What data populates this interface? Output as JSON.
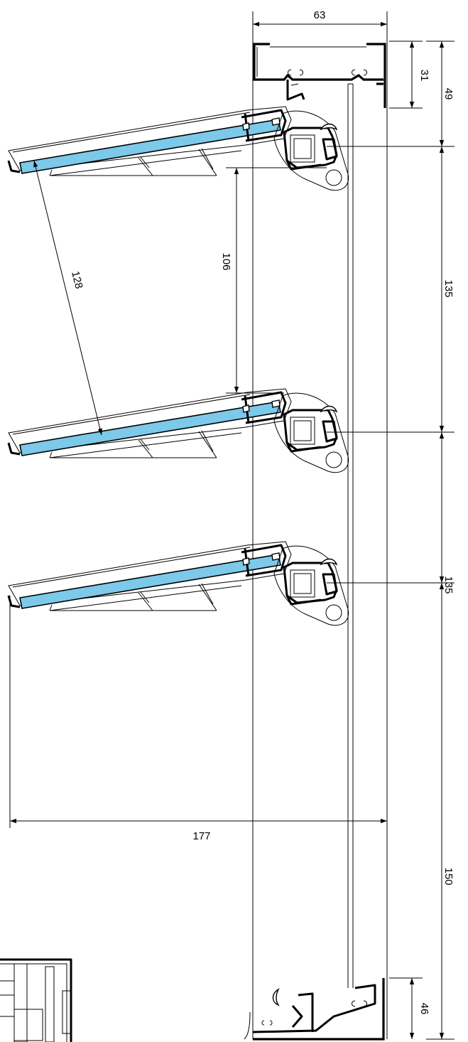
{
  "dimensions": {
    "top_width": "63",
    "head_height": "31",
    "head_offset": "49",
    "blade_pitch_1": "135",
    "blade_pitch_2": "135",
    "bottom_offset": "150",
    "sill_height": "46",
    "overall_projection": "177",
    "vertical_gap": "106",
    "blade_clearance": "128"
  },
  "colors": {
    "glass": "#7cc9ea",
    "line": "#000000"
  }
}
